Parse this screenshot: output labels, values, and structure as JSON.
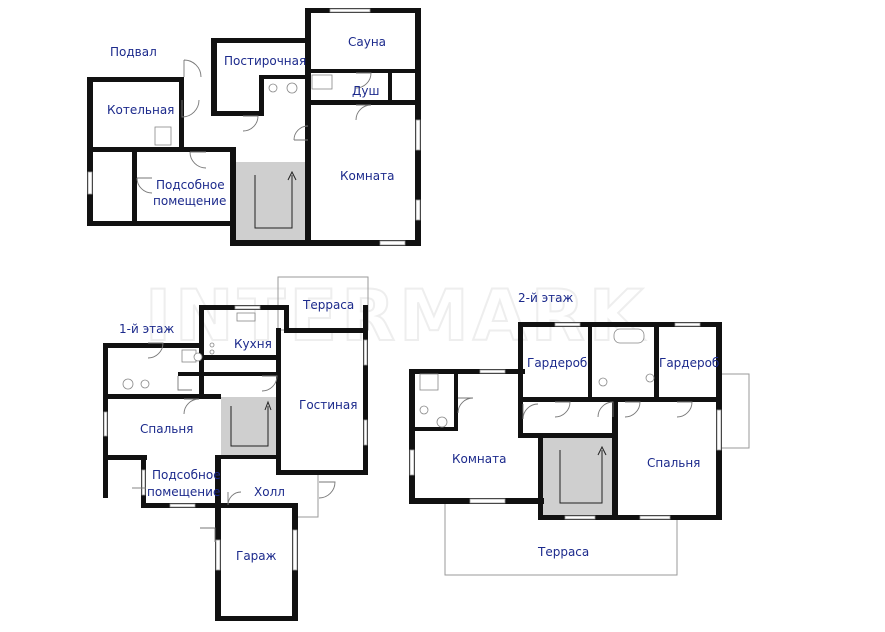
{
  "watermark": "INTERMARK",
  "levels": {
    "basement": "Подвал",
    "first": "1-й этаж",
    "second": "2-й этаж"
  },
  "basement_rooms": {
    "boiler": "Котельная",
    "laundry": "Постирочная",
    "sauna": "Сауна",
    "shower": "Душ",
    "utility_l1": "Подсобное",
    "utility_l2": "помещение",
    "room": "Комната"
  },
  "first_rooms": {
    "terrace": "Терраса",
    "kitchen": "Кухня",
    "living": "Гостиная",
    "bedroom": "Спальня",
    "utility_l1": "Подсобное",
    "utility_l2": "помещение",
    "hall": "Холл",
    "garage": "Гараж"
  },
  "second_rooms": {
    "wardrobe_left": "Гардероб",
    "wardrobe_right": "Гардероб",
    "room": "Комната",
    "bedroom": "Спальня",
    "terrace": "Терраса"
  }
}
